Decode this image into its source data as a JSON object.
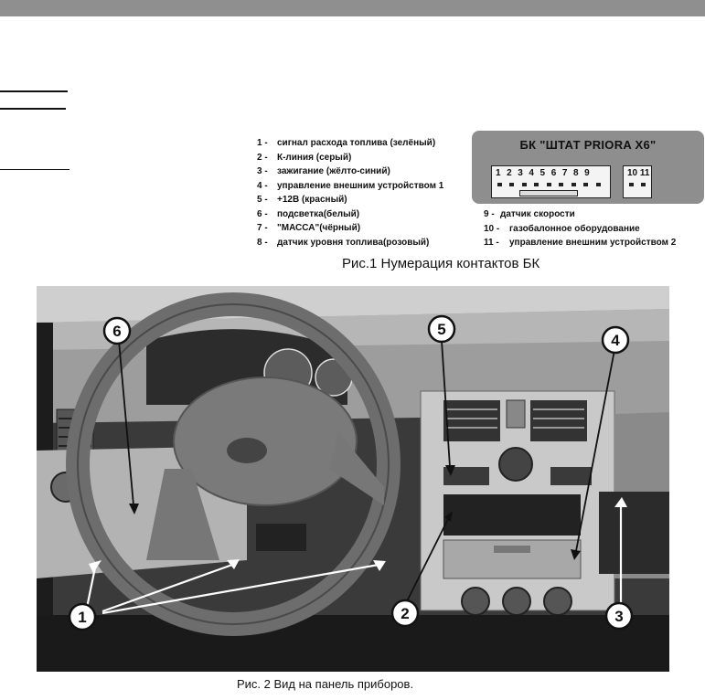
{
  "pin_list_left": [
    {
      "num": "1 -",
      "text": "сигнал расхода топлива (зелёный)"
    },
    {
      "num": "2 -",
      "text": "К-линия (серый)"
    },
    {
      "num": "3 -",
      "text": "зажигание (жёлто-синий)"
    },
    {
      "num": "4 -",
      "text": "управление внешним устройством 1"
    },
    {
      "num": "5 -",
      "text": "+12В (красный)"
    },
    {
      "num": "6 -",
      "text": "подсветка(белый)"
    },
    {
      "num": "7 -",
      "text": "\"МАССА\"(чёрный)"
    },
    {
      "num": "8 -",
      "text": "датчик уровня топлива(розовый)"
    }
  ],
  "pin_list_right": [
    {
      "num": "9 -",
      "text": "датчик скорости"
    },
    {
      "num": "10 -",
      "text": "газобалонное оборудование"
    },
    {
      "num": "11 -",
      "text": "управление внешним устройством 2"
    }
  ],
  "connector": {
    "title": "БК \"ШТАТ PRIORA X6\"",
    "main_pins": "1 2 3 4 5 6 7 8 9",
    "extra_pins": "10 11"
  },
  "figure1_caption": "Рис.1 Нумерация контактов БК",
  "figure2_caption": "Рис. 2 Вид на панель приборов.",
  "callouts": {
    "c1": "1",
    "c2": "2",
    "c3": "3",
    "c4": "4",
    "c5": "5",
    "c6": "6"
  }
}
